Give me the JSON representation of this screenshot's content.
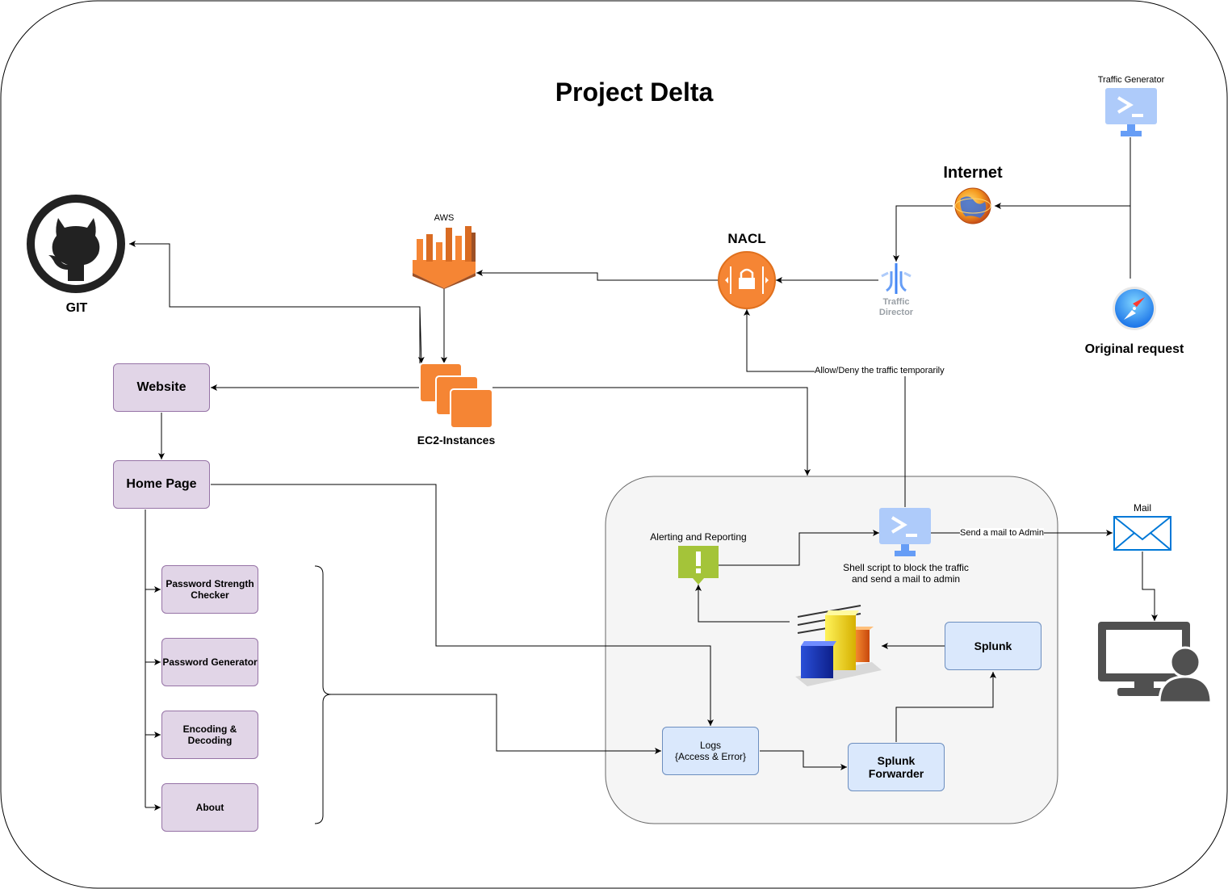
{
  "title": "Project Delta",
  "nodes": {
    "git": "GIT",
    "aws": "AWS",
    "nacl": "NACL",
    "internet": "Internet",
    "traffic_generator": "Traffic Generator",
    "traffic_director": "Traffic\nDirector",
    "original_request": "Original request",
    "ec2": "EC2-Instances",
    "website": "Website",
    "home_page": "Home Page",
    "password_strength": "Password Strength\nChecker",
    "password_generator": "Password Generator",
    "encoding": "Encoding &\nDecoding",
    "about": "About",
    "alerting": "Alerting and Reporting",
    "shell_script": "Shell script to block the traffic\nand send a mail to admin",
    "mail": "Mail",
    "logs": "Logs\n{Access & Error}",
    "splunk": "Splunk",
    "splunk_forwarder": "Splunk\nForwarder"
  },
  "edge_labels": {
    "allow_deny": "Allow/Deny the traffic temporarily",
    "send_mail": "Send a mail to Admin"
  },
  "colors": {
    "aws_orange": "#f58534",
    "aws_dark": "#9d5025",
    "purple_fill": "#e1d5e7",
    "purple_stroke": "#9673a6",
    "blue_fill": "#dae8fc",
    "blue_stroke": "#6c8ebf",
    "container_fill": "#f5f5f5",
    "monitor_blue": "#aecbfa",
    "alert_green": "#a4c439",
    "mail_blue": "#0078d7"
  }
}
